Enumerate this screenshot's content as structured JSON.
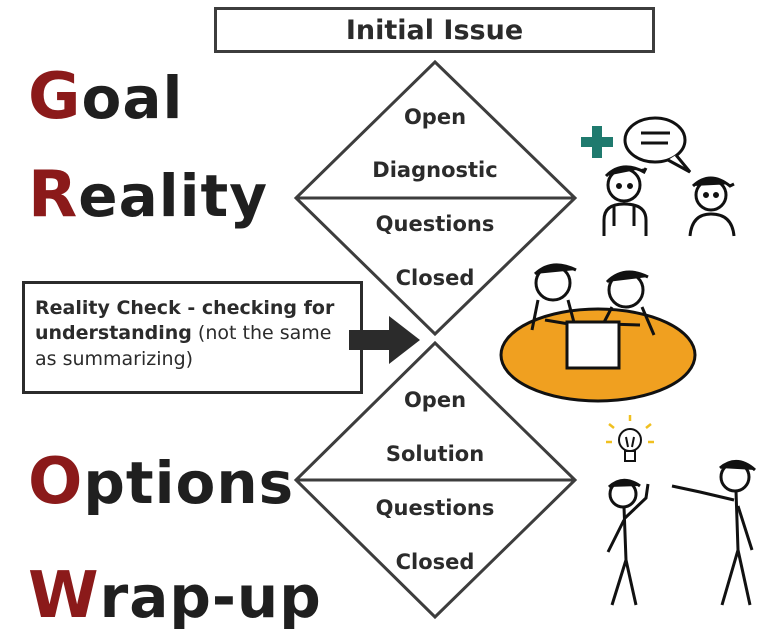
{
  "title": "Initial Issue",
  "grow": [
    {
      "initial": "G",
      "rest": "oal"
    },
    {
      "initial": "R",
      "rest": "eality"
    },
    {
      "initial": "O",
      "rest": "ptions"
    },
    {
      "initial": "W",
      "rest": "rap-up"
    }
  ],
  "diamond_top": {
    "open": "Open",
    "type": "Diagnostic",
    "questions": "Questions",
    "closed": "Closed"
  },
  "diamond_bottom": {
    "open": "Open",
    "type": "Solution",
    "questions": "Questions",
    "closed": "Closed"
  },
  "reality_check": {
    "bold": "Reality Check - checking for understanding",
    "normal": " (not the same as summarizing)"
  },
  "colors": {
    "accent": "#8b1a1a",
    "cross": "#1f7a6e",
    "table": "#f0a020",
    "bulb": "#f0c020"
  },
  "icons": [
    "medical-cross-icon",
    "speech-bubble-icon",
    "doctor-figure-icon",
    "patient-figure-icon",
    "meeting-table-icon",
    "lightbulb-icon",
    "pointing-figure-icon",
    "thinking-figure-icon"
  ]
}
